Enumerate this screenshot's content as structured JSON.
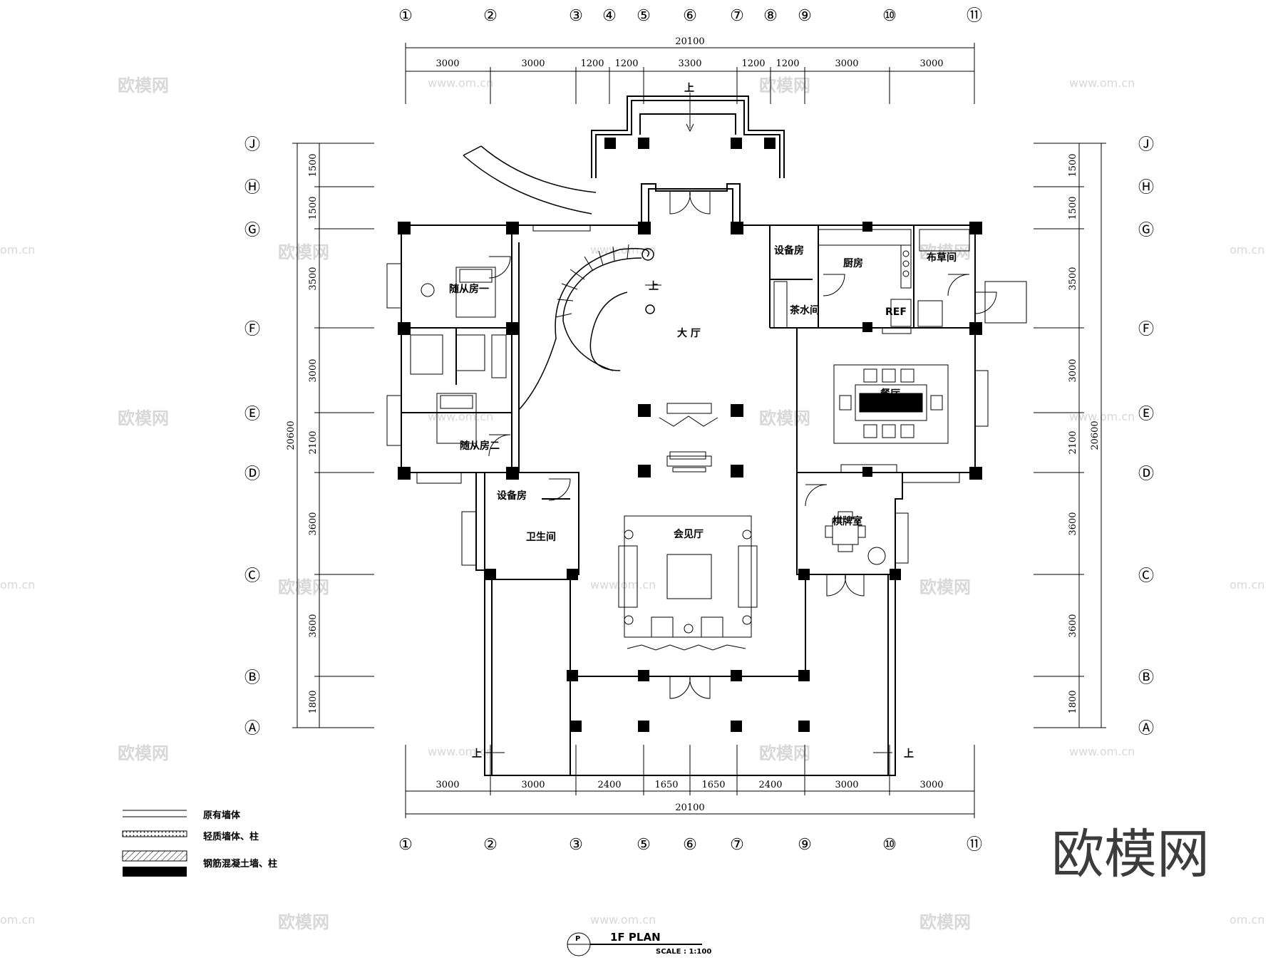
{
  "grid_top": [
    "①",
    "②",
    "③",
    "④",
    "⑤",
    "⑥",
    "⑦",
    "⑧",
    "⑨",
    "⑩",
    "⑪"
  ],
  "grid_bottom": [
    "①",
    "②",
    "③",
    "⑤",
    "⑥",
    "⑦",
    "⑨",
    "⑩",
    "⑪"
  ],
  "grid_rows": [
    "Ⓙ",
    "Ⓗ",
    "Ⓖ",
    "Ⓕ",
    "Ⓔ",
    "Ⓓ",
    "Ⓒ",
    "Ⓑ",
    "Ⓐ"
  ],
  "dims": {
    "top_total": "20100",
    "top_segments": [
      "3000",
      "3000",
      "1200",
      "1200",
      "3300",
      "1200",
      "1200",
      "3000",
      "3000"
    ],
    "bottom_total": "20100",
    "bottom_segments": [
      "3000",
      "3000",
      "2400",
      "1650",
      "1650",
      "2400",
      "3000",
      "3000"
    ],
    "side_total": "20600",
    "side_segments": [
      "1500",
      "1500",
      "3500",
      "3000",
      "2100",
      "3600",
      "3600",
      "1800"
    ]
  },
  "rooms": {
    "hall": "大 厅",
    "servant1": "随从房一",
    "servant2": "随从房二",
    "equip1": "设备房",
    "kitchen": "厨房",
    "linen": "布草间",
    "tea": "茶水间",
    "ref": "REF",
    "dining": "餐厅",
    "equip2": "设备房",
    "bath": "卫生间",
    "reception": "会见厅",
    "chess": "棋牌室",
    "up": "上"
  },
  "legend": [
    {
      "label": "原有墙体"
    },
    {
      "label": "轻质墙体、柱"
    },
    {
      "label": "钢筋混凝土墙、柱"
    }
  ],
  "title": {
    "name": "1F PLAN",
    "scale": "SCALE : 1:100",
    "symbol": "P"
  },
  "watermark": {
    "brand": "欧模网",
    "url": "www.om.cn",
    "url_short": "om.cn"
  },
  "colors": {
    "line": "#000000",
    "background": "#ffffff",
    "watermark": "#d8d8d8"
  }
}
